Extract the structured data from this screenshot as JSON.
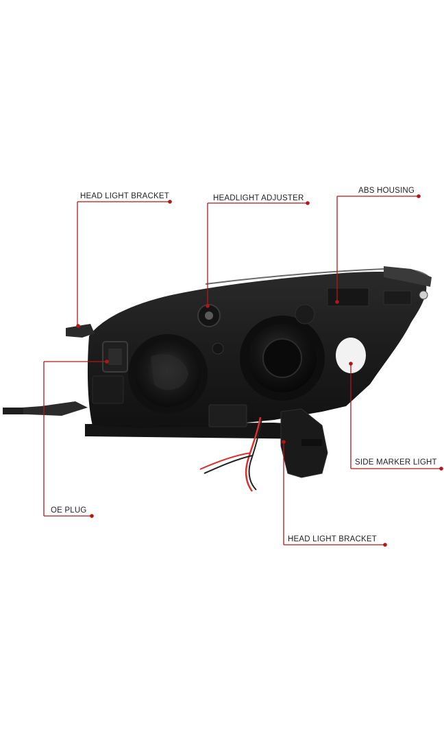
{
  "colors": {
    "callout_line": "#b01818",
    "callout_dot": "#b01818",
    "label_text": "#222222",
    "housing": "#1a1a1a",
    "background": "#ffffff"
  },
  "callouts": [
    {
      "id": "head-light-bracket-top",
      "label": "HEAD LIGHT BRACKET"
    },
    {
      "id": "headlight-adjuster",
      "label": "HEADLIGHT ADJUSTER"
    },
    {
      "id": "abs-housing",
      "label": "ABS HOUSING"
    },
    {
      "id": "side-marker-light",
      "label": "SIDE MARKER LIGHT"
    },
    {
      "id": "oe-plug",
      "label": "OE PLUG"
    },
    {
      "id": "head-light-bracket-bottom",
      "label": "HEAD LIGHT BRACKET"
    }
  ]
}
